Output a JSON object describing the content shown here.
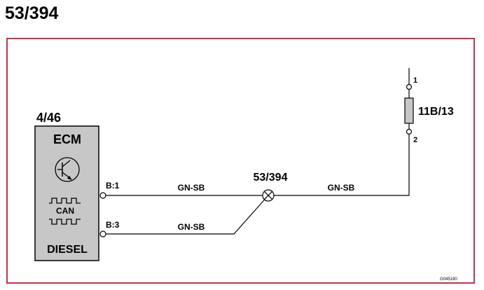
{
  "page": {
    "title": "53/394"
  },
  "ecm": {
    "code": "4/46",
    "name": "ECM",
    "can_label": "CAN",
    "fuel_label": "DIESEL",
    "pins": [
      {
        "label": "B:1"
      },
      {
        "label": "B:3"
      }
    ],
    "fill_color": "#c7c7c7"
  },
  "splice": {
    "label": "53/394"
  },
  "wires": [
    {
      "color_code": "GN-SB"
    },
    {
      "color_code": "GN-SB"
    },
    {
      "color_code": "GN-SB"
    }
  ],
  "connector": {
    "label": "11B/13",
    "pin_top": "1",
    "pin_bottom": "2"
  },
  "figure_code": "G045190",
  "frame_color": "#c8324a"
}
